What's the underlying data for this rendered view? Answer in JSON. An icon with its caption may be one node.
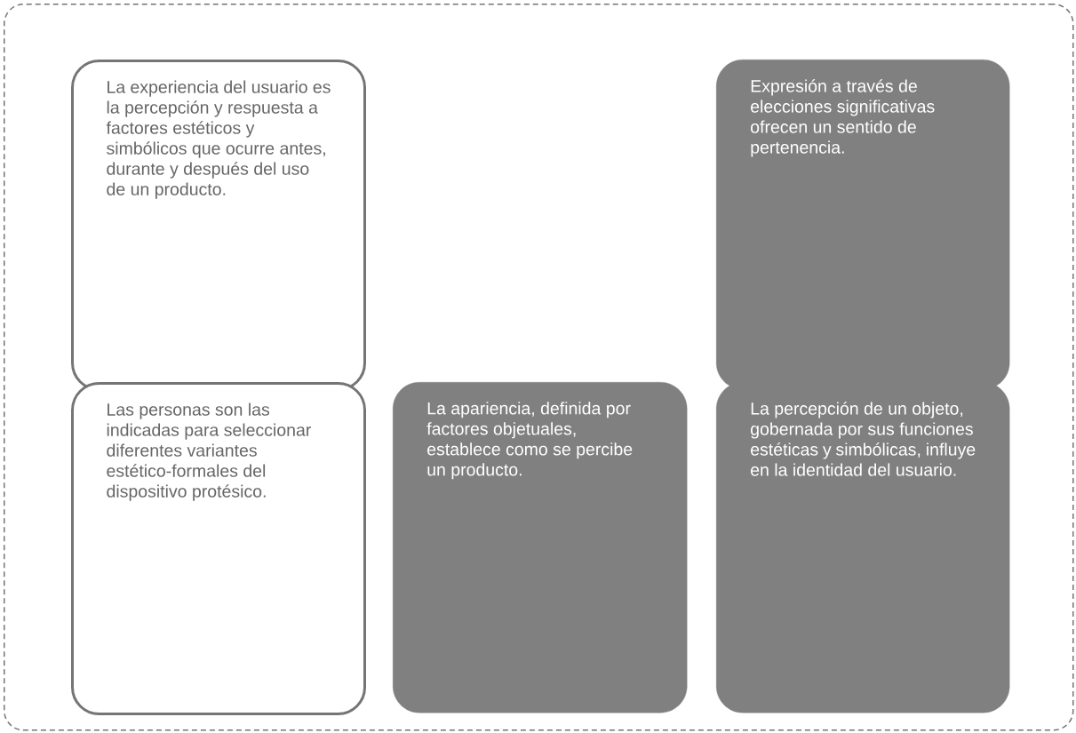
{
  "diagram": {
    "nodes": [
      {
        "text": [],
        "shape": "box"
      },
      {
        "text": [
          "La experiencia del usuario es la percepción y respuesta a factores estéticos y simbólicos que ocurre antes, durante y después del uso de un producto."
        ],
        "in": 0
      },
      {
        "text": [
          "Expresión a través de elecciones significativas ofrecen un sentido de pertenencia."
        ],
        "in": 0
      },
      {
        "text": [
          "Las personas son las indicadas para seleccionar diferentes variantes estético-formales del dispositivo protésico."
        ],
        "in": 0
      },
      {
        "text": [
          "La apariencia, definida por factores objetuales, establece como se percibe un producto."
        ],
        "in": 0
      },
      {
        "text": [
          "La percepción de un objeto, gobernada por sus funciones estéticas y simbólicas, influye en la identidad del usuario."
        ],
        "in": 0
      }
    ]
  }
}
